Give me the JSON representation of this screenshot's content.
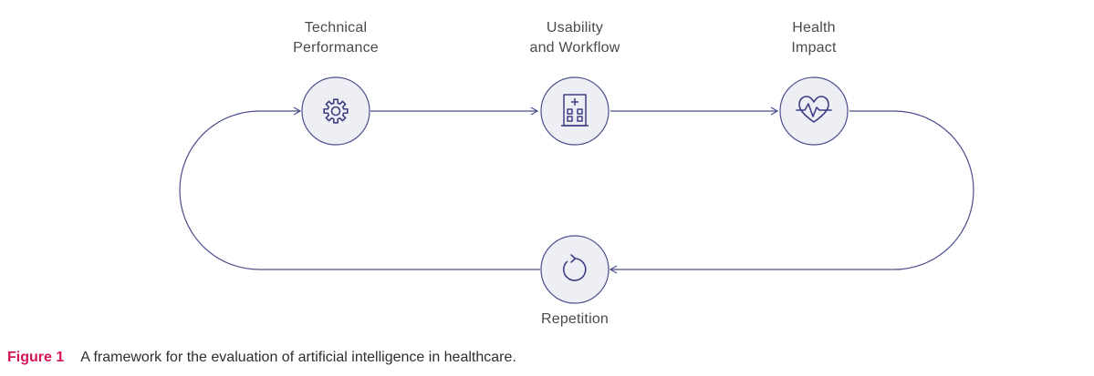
{
  "nodes": [
    {
      "id": "technical-performance",
      "label_lines": [
        "Technical",
        "Performance"
      ],
      "icon": "gear-icon"
    },
    {
      "id": "usability-workflow",
      "label_lines": [
        "Usability",
        "and Workflow"
      ],
      "icon": "hospital-icon"
    },
    {
      "id": "health-impact",
      "label_lines": [
        "Health",
        "Impact"
      ],
      "icon": "heart-pulse-icon"
    },
    {
      "id": "repetition",
      "label_lines": [
        "Repetition"
      ],
      "icon": "refresh-icon"
    }
  ],
  "caption": {
    "label": "Figure 1",
    "text": "A framework for the evaluation of artificial intelligence in healthcare."
  },
  "colors": {
    "line": "#4b4f8c",
    "node_fill": "#eeeff5",
    "node_stroke": "#4b4f8c",
    "icon": "#3c3f85",
    "label_text": "#4a4a4a",
    "caption_label": "#d4145a",
    "caption_text": "#2e2e2e"
  }
}
